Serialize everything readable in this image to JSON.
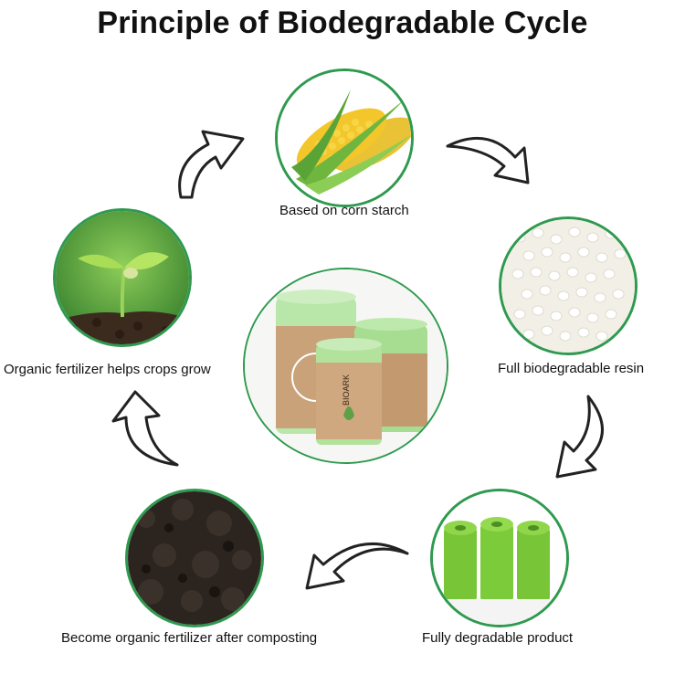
{
  "title": "Principle of Biodegradable Cycle",
  "steps": [
    {
      "label": "Based on corn starch",
      "image": "corn-cobs"
    },
    {
      "label": "Full biodegradable resin",
      "image": "resin-pellets"
    },
    {
      "label": "Fully degradable product",
      "image": "green-bag-rolls"
    },
    {
      "label": "Become organic fertilizer after composting",
      "image": "compost-soil"
    },
    {
      "label": "Organic fertilizer helps crops grow",
      "image": "seedling-sprout"
    }
  ],
  "center": {
    "image": "bioark-bag-rolls",
    "brand_text": "BIOARK"
  },
  "colors": {
    "ring": "#2f9a4f",
    "arrow_stroke": "#222222",
    "arrow_fill": "#ffffff"
  }
}
